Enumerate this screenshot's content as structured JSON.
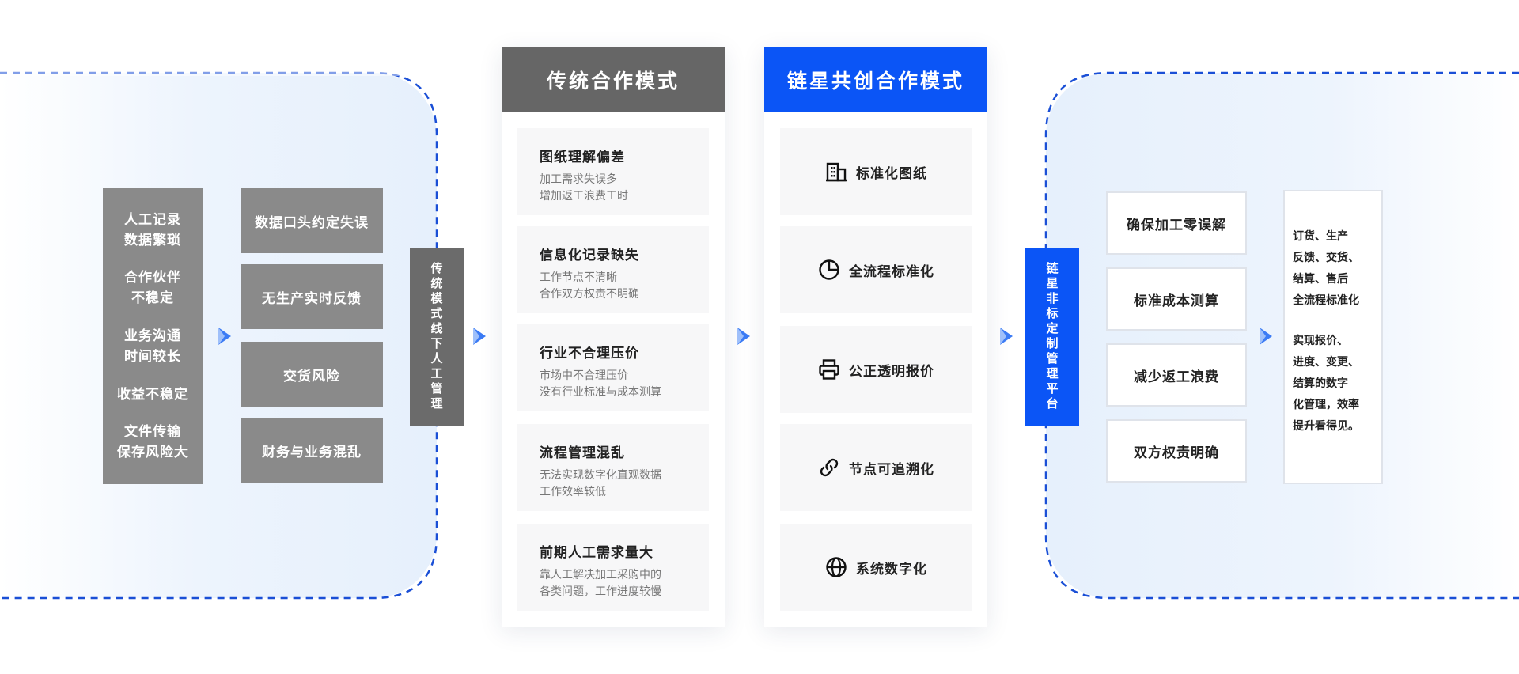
{
  "left": {
    "column": [
      "人工记录\n数据繁琐",
      "合作伙伴\n不稳定",
      "业务沟通\n时间较长",
      "收益不稳定",
      "文件传输\n保存风险大"
    ],
    "issues": [
      "数据口头约定失误",
      "无生产实时反馈",
      "交货风险",
      "财务与业务混乱"
    ],
    "vertical_label": "传统模式线下人工管理"
  },
  "traditional": {
    "title": "传统合作模式",
    "items": [
      {
        "title": "图纸理解偏差",
        "desc": "加工需求失误多\n增加返工浪费工时"
      },
      {
        "title": "信息化记录缺失",
        "desc": "工作节点不清晰\n合作双方权责不明确"
      },
      {
        "title": "行业不合理压价",
        "desc": "市场中不合理压价\n没有行业标准与成本测算"
      },
      {
        "title": "流程管理混乱",
        "desc": "无法实现数字化直观数据\n工作效率较低"
      },
      {
        "title": "前期人工需求量大",
        "desc": "靠人工解决加工采购中的\n各类问题，工作进度较慢"
      }
    ]
  },
  "linkstar": {
    "title": "链星共创合作模式",
    "items": [
      {
        "label": "标准化图纸",
        "icon": "building-icon"
      },
      {
        "label": "全流程标准化",
        "icon": "pie-chart-icon"
      },
      {
        "label": "公正透明报价",
        "icon": "printer-icon"
      },
      {
        "label": "节点可追溯化",
        "icon": "link-icon"
      },
      {
        "label": "系统数字化",
        "icon": "globe-icon"
      }
    ]
  },
  "right": {
    "vertical_label": "链星非标定制管理平台",
    "benefits": [
      "确保加工零误解",
      "标准成本测算",
      "减少返工浪费",
      "双方权责明确"
    ],
    "notes": [
      "订货、生产\n反馈、交货、\n结算、售后\n全流程标准化",
      "实现报价、\n进度、变更、\n结算的数字\n化管理，效率\n提升看得见。"
    ]
  },
  "colors": {
    "grey": "#8a8a8a",
    "dark_grey": "#666666",
    "brand_blue": "#0b55f6",
    "zone_blue": "#e6f0fc",
    "dash_blue": "#1a4fd6"
  }
}
